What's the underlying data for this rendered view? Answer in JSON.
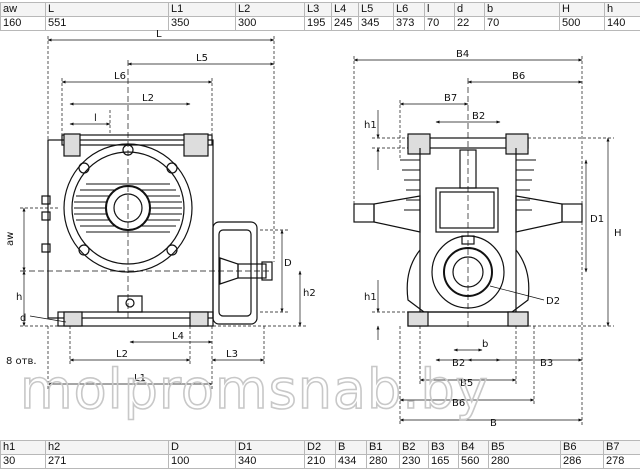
{
  "top_table": {
    "headers": [
      "aw",
      "L",
      "L1",
      "L2",
      "L3",
      "L4",
      "L5",
      "L6",
      "l",
      "d",
      "b",
      "H",
      "h"
    ],
    "values": [
      "160",
      "551",
      "350",
      "300",
      "195",
      "245",
      "345",
      "373",
      "70",
      "22",
      "70",
      "500",
      "140"
    ]
  },
  "bottom_table": {
    "headers": [
      "h1",
      "h2",
      "D",
      "D1",
      "D2",
      "B",
      "B1",
      "B2",
      "B3",
      "B4",
      "B5",
      "B6",
      "B7"
    ],
    "values": [
      "30",
      "271",
      "100",
      "340",
      "210",
      "434",
      "280",
      "230",
      "165",
      "560",
      "280",
      "286",
      "278"
    ]
  },
  "drawing": {
    "labels": {
      "L": "L",
      "L5": "L5",
      "L6": "L6",
      "L2_top": "L2",
      "l": "l",
      "aw": "aw",
      "h_left": "h",
      "d": "d",
      "holes": "8 отв.",
      "L2_bottom": "L2",
      "L4": "L4",
      "L3": "L3",
      "L1": "L1",
      "D": "D",
      "h2": "h2",
      "B4": "B4",
      "B6_top": "B6",
      "B7": "B7",
      "B2_top": "B2",
      "h1_top": "h1",
      "D1": "D1",
      "H": "H",
      "D2": "D2",
      "h1_bottom": "h1",
      "b": "b",
      "B2_bottom": "B2",
      "B3": "B3",
      "B5": "B5",
      "B6_bottom": "B6",
      "B": "B"
    },
    "watermark": "molpromsnab.by"
  }
}
